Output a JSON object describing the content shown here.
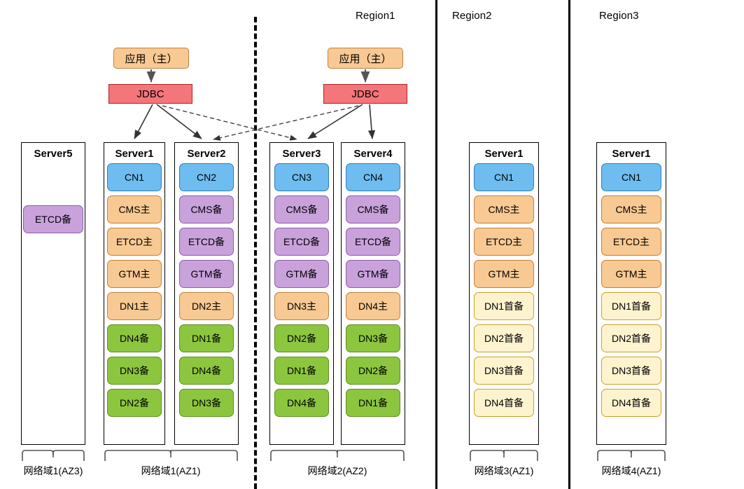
{
  "regions": [
    {
      "id": "region1",
      "label": "Region1"
    },
    {
      "id": "region2",
      "label": "Region2"
    },
    {
      "id": "region3",
      "label": "Region3"
    }
  ],
  "apps": [
    {
      "id": "app-left",
      "label": "应用（主）"
    },
    {
      "id": "app-right",
      "label": "应用（主）"
    }
  ],
  "jdbc": [
    {
      "id": "jdbc-left",
      "label": "JDBC"
    },
    {
      "id": "jdbc-right",
      "label": "JDBC"
    }
  ],
  "servers": [
    {
      "id": "server5",
      "title": "Server5",
      "components": [
        {
          "label": "ETCD备",
          "color": "purple"
        }
      ]
    },
    {
      "id": "server1-az1",
      "title": "Server1",
      "components": [
        {
          "label": "CN1",
          "color": "blue"
        },
        {
          "label": "CMS主",
          "color": "orange"
        },
        {
          "label": "ETCD主",
          "color": "orange"
        },
        {
          "label": "GTM主",
          "color": "orange"
        },
        {
          "label": "DN1主",
          "color": "orange"
        },
        {
          "label": "DN4备",
          "color": "green"
        },
        {
          "label": "DN3备",
          "color": "green"
        },
        {
          "label": "DN2备",
          "color": "green"
        }
      ]
    },
    {
      "id": "server2-az1",
      "title": "Server2",
      "components": [
        {
          "label": "CN2",
          "color": "blue"
        },
        {
          "label": "CMS备",
          "color": "purple"
        },
        {
          "label": "ETCD备",
          "color": "purple"
        },
        {
          "label": "GTM备",
          "color": "purple"
        },
        {
          "label": "DN2主",
          "color": "orange"
        },
        {
          "label": "DN1备",
          "color": "green"
        },
        {
          "label": "DN4备",
          "color": "green"
        },
        {
          "label": "DN3备",
          "color": "green"
        }
      ]
    },
    {
      "id": "server3-az2",
      "title": "Server3",
      "components": [
        {
          "label": "CN3",
          "color": "blue"
        },
        {
          "label": "CMS备",
          "color": "purple"
        },
        {
          "label": "ETCD备",
          "color": "purple"
        },
        {
          "label": "GTM备",
          "color": "purple"
        },
        {
          "label": "DN3主",
          "color": "orange"
        },
        {
          "label": "DN2备",
          "color": "green"
        },
        {
          "label": "DN1备",
          "color": "green"
        },
        {
          "label": "DN4备",
          "color": "green"
        }
      ]
    },
    {
      "id": "server4-az2",
      "title": "Server4",
      "components": [
        {
          "label": "CN4",
          "color": "blue"
        },
        {
          "label": "CMS备",
          "color": "purple"
        },
        {
          "label": "ETCD备",
          "color": "purple"
        },
        {
          "label": "GTM备",
          "color": "purple"
        },
        {
          "label": "DN4主",
          "color": "orange"
        },
        {
          "label": "DN3备",
          "color": "green"
        },
        {
          "label": "DN2备",
          "color": "green"
        },
        {
          "label": "DN1备",
          "color": "green"
        }
      ]
    },
    {
      "id": "server1-region2",
      "title": "Server1",
      "components": [
        {
          "label": "CN1",
          "color": "blue"
        },
        {
          "label": "CMS主",
          "color": "orange"
        },
        {
          "label": "ETCD主",
          "color": "orange"
        },
        {
          "label": "GTM主",
          "color": "orange"
        },
        {
          "label": "DN1首备",
          "color": "cream"
        },
        {
          "label": "DN2首备",
          "color": "cream"
        },
        {
          "label": "DN3首备",
          "color": "cream"
        },
        {
          "label": "DN4首备",
          "color": "cream"
        }
      ]
    },
    {
      "id": "server1-region3",
      "title": "Server1",
      "components": [
        {
          "label": "CN1",
          "color": "blue"
        },
        {
          "label": "CMS主",
          "color": "orange"
        },
        {
          "label": "ETCD主",
          "color": "orange"
        },
        {
          "label": "GTM主",
          "color": "orange"
        },
        {
          "label": "DN1首备",
          "color": "cream"
        },
        {
          "label": "DN2首备",
          "color": "cream"
        },
        {
          "label": "DN3首备",
          "color": "cream"
        },
        {
          "label": "DN4首备",
          "color": "cream"
        }
      ]
    }
  ],
  "zones": [
    {
      "id": "zone-az3",
      "label": "网络域1(AZ3)"
    },
    {
      "id": "zone-az1",
      "label": "网络域1(AZ1)"
    },
    {
      "id": "zone-az2",
      "label": "网络域2(AZ2)"
    },
    {
      "id": "zone-dom3",
      "label": "网络域3(AZ1)"
    },
    {
      "id": "zone-dom4",
      "label": "网络域4(AZ1)"
    }
  ],
  "colors": {
    "cn": "#6FBDF0",
    "primary": "#F8C992",
    "standby": "#C9A2DC",
    "replica": "#8CC63F",
    "cascade": "#FDF3CE",
    "jdbc": "#F4767B",
    "line": "#555555"
  }
}
